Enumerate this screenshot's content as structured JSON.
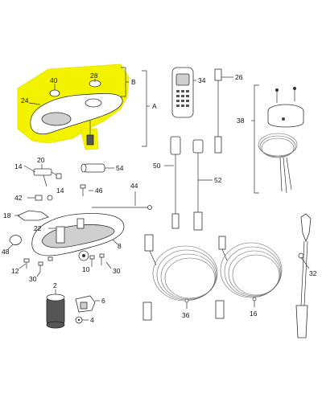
{
  "callouts": {
    "c2": "2",
    "c4": "4",
    "c6": "6",
    "c8": "8",
    "c10": "10",
    "c12": "12",
    "c14a": "14",
    "c14b": "14",
    "c16": "16",
    "c18": "18",
    "c20": "20",
    "c22": "22",
    "c24": "24",
    "c26": "26",
    "c28": "28",
    "c30a": "30",
    "c30b": "30",
    "c32": "32",
    "c34": "34",
    "c36": "36",
    "c38": "38",
    "c40": "40",
    "c42": "42",
    "c44": "44",
    "c46": "46",
    "c48": "48",
    "c50": "50",
    "c52": "52",
    "c54": "54"
  },
  "brackets": {
    "a": "A",
    "b": "B"
  },
  "colors": {
    "highlight": "#f3f300",
    "line": "#333333"
  }
}
